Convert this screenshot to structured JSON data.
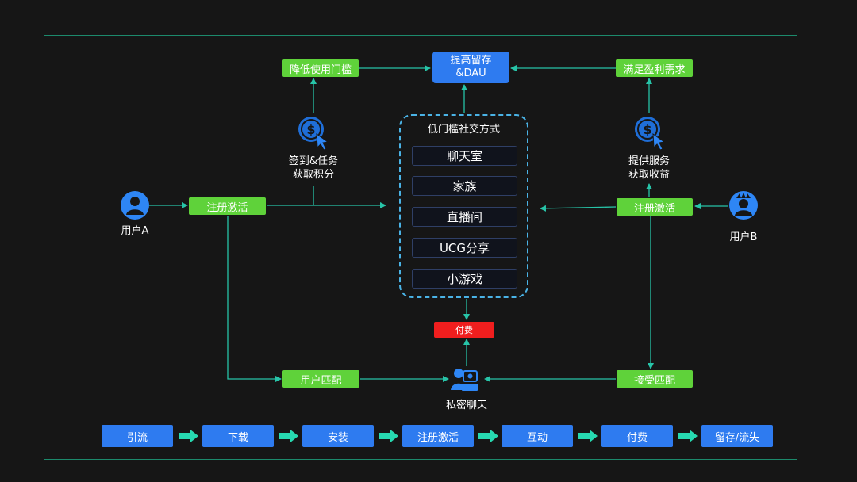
{
  "top": {
    "goal_line1": "提高留存",
    "goal_line2": "&DAU",
    "left_goal": "降低使用门槛",
    "right_goal": "满足盈利需求"
  },
  "left": {
    "benefit_line1": "签到&任务",
    "benefit_line2": "获取积分",
    "register": "注册激活",
    "user": "用户A",
    "match": "用户匹配"
  },
  "right": {
    "benefit_line1": "提供服务",
    "benefit_line2": "获取收益",
    "register": "注册激活",
    "user": "用户B",
    "match": "接受匹配"
  },
  "social": {
    "title": "低门槛社交方式",
    "options": [
      "聊天室",
      "家族",
      "直播间",
      "UCG分享",
      "小游戏"
    ]
  },
  "pay": "付费",
  "private_chat": "私密聊天",
  "flow_steps": [
    "引流",
    "下载",
    "安装",
    "注册激活",
    "互动",
    "付费",
    "留存/流失"
  ],
  "colors": {
    "accent_green": "#5fd23a",
    "accent_blue": "#2e7bf0",
    "pay_red": "#f01e1e",
    "line": "#27c4a8"
  },
  "icons": [
    "coin-cursor-icon",
    "user-avatar-icon",
    "user-b-avatar-icon",
    "private-chat-icon",
    "step-arrow-icon"
  ]
}
